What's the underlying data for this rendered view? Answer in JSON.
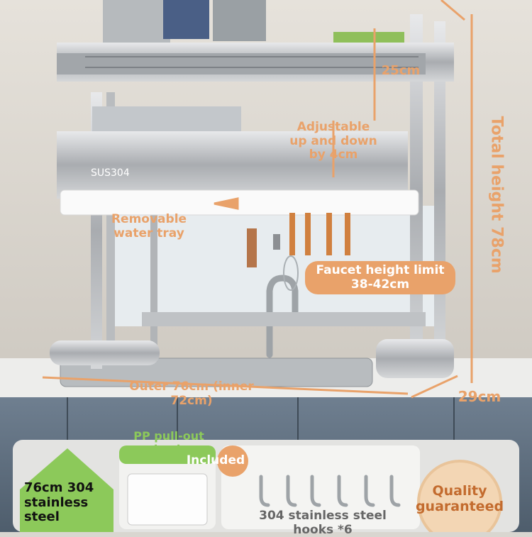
{
  "badge": "SUS304",
  "labels": {
    "shelf_gap": "25cm",
    "adjustable": "Adjustable up and down by 4cm",
    "removable_tray": "Removable water tray",
    "faucet": "Faucet height limit 38-42cm",
    "total_height": "Total height 78cm",
    "outer_width": "Outer 76cm (inner 72cm)",
    "depth": "29cm"
  },
  "included_panel": {
    "size_text": "76cm 304 stainless steel",
    "tray_text": "PP pull-out water tray",
    "included_badge": "Included",
    "hooks_text": "304 stainless steel hooks *6",
    "quality_text": "Quality guaranteed"
  },
  "colors": {
    "accent": "#e9a26a",
    "badge_green": "#8cc95a",
    "steel": "#b7b9bc",
    "wall": "#dcd8d0"
  }
}
